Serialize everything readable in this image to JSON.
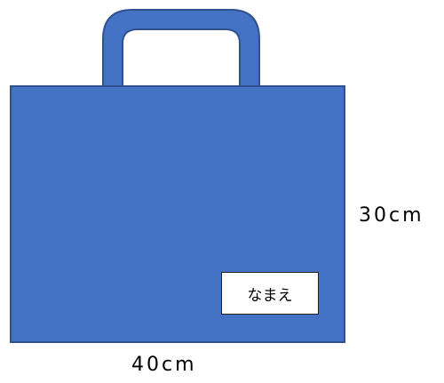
{
  "bag": {
    "fill_color": "#4472C4",
    "stroke_color": "#2F528F",
    "name_tag_label": "なまえ"
  },
  "dimensions": {
    "height_label": "30cm",
    "width_label": "40cm"
  }
}
